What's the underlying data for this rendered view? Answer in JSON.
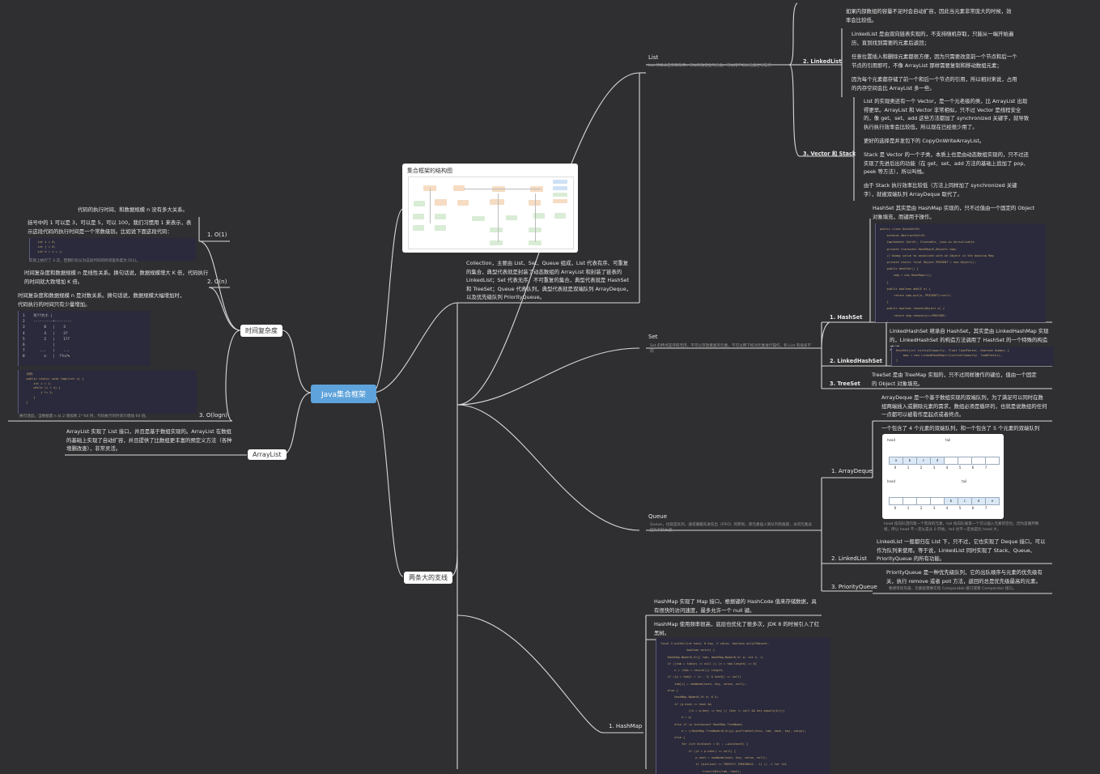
{
  "root": "Java集合框架",
  "time_complexity": {
    "title": "时间复杂度",
    "intro": "代码的执行时间、和数据规模 n 没有多大关系。",
    "o1": {
      "label": "1. O(1)",
      "text": "括号中的 1 可以是 3，可以是 5，可以 100，我们习惯用 1 来表示，表示这段代码的执行时间是一个常数级别。比如说下面这段代码：",
      "code": "  int i = 0;\n  int j = 0;\n  int k = i + j;",
      "note": "实际上执行了 3 次，但我们也认为这段代码的时间复杂度为 O(1)。"
    },
    "on": {
      "label": "2. O(n)",
      "text": "时间复杂度和数据规模 n 是线性关系。换句话说，数据规模增大 K 倍，代码执行的时间就大致增加 K 倍。"
    },
    "ologn": {
      "label": "3. O(logn)",
      "text": "时间复杂度和数据规模 n 是对数关系。换句话说，数据规模大幅增加时，代码执行的时间只有少量增加。",
      "table": "1    对??大小 |\n2    ---------+--------\n3         8   |    3\n4         4   |    2?\n5         2   |    1??\n6             |\n7       ...   |    ...\n8         n   |  ??n/%",
      "code": "  示例：\n  public static void logn(int n) {\n      int i = 1;\n      while (i < n) {\n          i *= 2;\n      }\n  }",
      "note": "换句话说，当数据量 n 从 2 增加到 2^64 时，代码执行的时间只增加 64 倍。"
    }
  },
  "arraylist": {
    "title": "ArrayList",
    "text": "ArrayList 实现了 List 接口，并且是基于数组实现的。ArrayList 在数组的基础上实现了自动扩容，并且提供了比数组更丰富的预定义方法（各种增删改查），非常灵活。"
  },
  "structure": {
    "title": "集合框架的结构图"
  },
  "collection_desc": "Collection，主要由 List、Set、Queue 组成，List 代表有序、可重复的集合，典型代表就是封装了动态数组的 ArrayList 和封装了链表的 LinkedList；Set 代表无序、不可重复的集合，典型代表就是 HashSet 和 TreeSet；Queue 代表队列，典型代表就是双端队列 ArrayDeque，以及优先级队列 PriorityQueue。",
  "two_lines": "两条大的支线",
  "list": {
    "title": "List",
    "desc": "List 的特点是存取有序，可以存放重复的元素，可以用下标对元素进行操作",
    "top_text": "如果内部数组的容量不足时会自动扩容，因此当元素非常庞大的时候，效率会比较低。",
    "linkedlist": {
      "label": "2. LinkedList",
      "items": [
        "LinkedList 是由双向链表实现的，不支持随机存取，只能从一端开始遍历，直到找到需要的元素后返回；",
        "任意位置插入和删除元素都很方便，因为只需要改变前一个节点和后一个节点的引用即可，不像 ArrayList 那样需要复制和移动数组元素；",
        "因为每个元素都存储了前一个和后一个节点的引用，所以相对来说，占用的内存空间会比 ArrayList 多一些。"
      ]
    },
    "vector_stack": {
      "label": "3. Vector 和 Stack",
      "items": [
        "List 的实现类还有一个 Vector，是一个元老级的类，比 ArrayList 出现得更早。ArrayList 和 Vector 非常相似，只不过 Vector 是线程安全的，像 get、set、add 这些方法都加了 synchronized 关键字，就导致执行执行效率会比较低，所以现在已经很少用了。",
        "更好的选择是并发包下的 CopyOnWriteArrayList。",
        "Stack 是 Vector 的一个子类，本质上也是由动态数组实现的，只不过还实现了先进后出的功能（在 get、set、add 方法的基础上追加了 pop、peek 等方法），所以叫栈。",
        "由于 Stack 执行效率比较低（方法上同样加了 synchronized 关键字），就被双端队列 ArrayDeque 取代了。"
      ]
    }
  },
  "set": {
    "title": "Set",
    "desc": "Set 的特点是存取无序，不可以存放重复的元素，不可以用下标对元素进行操作，和 List 有很多不同",
    "hashset": {
      "label": "1. HashSet",
      "text": "HashSet 其实是由 HashMap 实现的，只不过值由一个固定的 Object 对象填充，而键用于操作。",
      "code": "public class HashSet<E>\n    extends AbstractSet<E>\n    implements Set<E>, Cloneable, java.io.Serializable\n    private transient HashMap<E,Object> map;\n    // Dummy value to associate with an Object in the backing Map\n    private static final Object PRESENT = new Object();\n    public HashSet() {\n        map = new HashMap<>();\n    }\n    public boolean add(E e) {\n        return map.put(e, PRESENT)==null;\n    }\n    public boolean remove(Object o) {\n        return map.remove(o)==PRESENT;\n    }"
    },
    "linkedhashset": {
      "label": "2. LinkedHashSet",
      "text": "LinkedHashSet 继承自 HashSet，其实是由 LinkedHashMap 实现的，LinkedHashSet 的构造方法调用了 HashSet 的一个特殊的构造方法：",
      "code": "HashSet(int initialCapacity, float loadFactor, boolean dummy) {\n    map = new LinkedHashMap<>(initialCapacity, loadFactor);\n}"
    },
    "treeset": {
      "label": "3. TreeSet",
      "text": "TreeSet 是由 TreeMap 实现的，只不过同样操作的键位，值由一个固定的 Object 对象填充。"
    }
  },
  "queue": {
    "title": "Queue",
    "desc": "Queue，也就是队列，通常遵循先进先出（FIFO）的原则，新元素插入到队列的尾部，访问元素返回队列的头部。",
    "arraydeque": {
      "label": "1. ArrayDeque",
      "text": "ArrayDeque 是一个基于数组实现的双端队列，为了满足可以同时在数组两端插入或删除元素的需求，数组必须是循环的，也就是说数组的任何一点都可以被看作是起点或者终点。",
      "caption": "一个包含了 4 个元素的双端队列，和一个包含了 5 个元素的双端队列",
      "note": "head 指向队首的第一个有效的元素，tail 指向队尾第一个可以插入元素的空位，因为是循环数组，所以 head 不一定从是从 0 开始，tail 也不一定总是比 head 大。",
      "cells_a": [
        "a",
        "b",
        "c",
        "d",
        "",
        "",
        "",
        ""
      ],
      "cells_b": [
        "",
        "",
        "",
        "",
        "b",
        "c",
        "d",
        "e"
      ],
      "idx": [
        "0",
        "1",
        "2",
        "3",
        "4",
        "5",
        "6",
        "7"
      ],
      "head": "head",
      "tail": "tail"
    },
    "linkedlist": {
      "label": "2. LinkedList",
      "text": "LinkedList 一般都归在 List 下，只不过，它也实现了 Deque 接口，可以作为队列来使用。等于说，LinkedList 同时实现了 Stack、Queue、PriorityQueue 的所有功能。"
    },
    "priorityqueue": {
      "label": "3. PriorityQueue",
      "text": "PriorityQueue 是一种优先级队列，它的出队顺序与元素的优先级有关，执行 remove 或者 poll 方法，返回的总是优先级最高的元素。",
      "note": "要想有优先级，元素就需要实现 Comparable 接口或者 Comparator 接口。"
    }
  },
  "map": {
    "hashmap": {
      "label": "1. HashMap",
      "text1": "HashMap 实现了 Map 接口，根据键的 HashCode 值来存储数据，具有很快的访问速度，最多允许一个 null 键。",
      "text2": "HashMap 使用频率很高，底层也优化了很多次，JDK 8 的时候引入了红黑树。",
      "code": "final V putVal(int hash, K key, V value, boolean onlyIfAbsent,\n               boolean evict) {\n    HashMap.Node<K,V>[] tab; HashMap.Node<K,V> p; int n, i;\n    if ((tab = table) == null || (n = tab.length) == 0)\n        n = (tab = resize()).length;\n    if ((p = tab[i = (n - 1) & hash]) == null)\n        tab[i] = newNode(hash, key, value, null);\n    else {\n        HashMap.Node<K,V> e; K k;\n        if (p.hash == hash &&\n                ((k = p.key) == key || (key != null && key.equals(k))))\n            e = p;\n        else if (p instanceof HashMap.TreeNode)\n            e = ((HashMap.TreeNode<K,V>)p).putTreeVal(this, tab, hash, key, value);\n        else {\n            for (int binCount = 0; ; ++binCount) {\n                if ((e = p.next) == null) {\n                    p.next = newNode(hash, key, value, null);\n                    if (binCount >= TREEIFY_THRESHOLD - 1) // -1 for 1st\n                        treeifyBin(tab, hash);"
    }
  },
  "colors": {
    "background": "#2f2f31",
    "line": "#d9d9d9",
    "root": "#5ea3db",
    "code_bg": "#2a2a3c",
    "code_text": "#c8a96c"
  }
}
